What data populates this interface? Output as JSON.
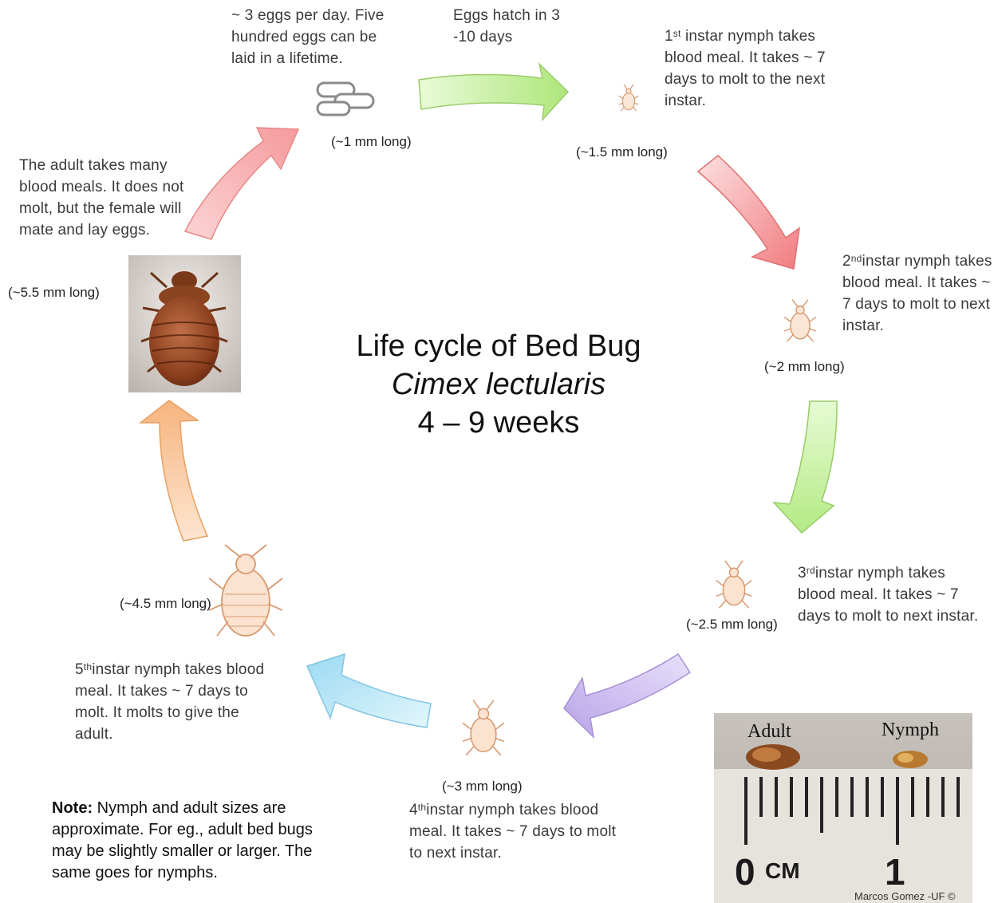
{
  "title": {
    "line1": "Life cycle of Bed Bug",
    "line2": "Cimex lectularis",
    "line3": "4 – 9 weeks"
  },
  "stages": {
    "eggs": {
      "desc": "~ 3 eggs per day. Five hundred eggs can be laid in a lifetime.",
      "size": "(~1 mm long)"
    },
    "hatch": {
      "desc": "Eggs hatch in 3 -10 days"
    },
    "instar1": {
      "ord_num": "1",
      "ord_suffix": "st",
      "desc": " instar nymph takes blood meal. It takes ~ 7 days to molt to the next instar.",
      "size": "(~1.5 mm long)"
    },
    "instar2": {
      "ord_num": "2",
      "ord_suffix": "nd",
      "desc": "instar nymph takes blood meal. It takes ~ 7 days to molt to next instar.",
      "size": "(~2 mm long)"
    },
    "instar3": {
      "ord_num": "3",
      "ord_suffix": "rd",
      "desc": "instar nymph takes blood meal. It takes ~ 7 days to molt to next instar.",
      "size": "(~2.5 mm long)"
    },
    "instar4": {
      "ord_num": "4",
      "ord_suffix": "th",
      "desc": "instar nymph takes blood meal. It takes ~ 7 days to molt to next instar.",
      "size": "(~3 mm long)"
    },
    "instar5": {
      "ord_num": "5",
      "ord_suffix": "th",
      "desc": "instar nymph takes blood meal. It takes ~ 7 days to molt. It molts to give the adult.",
      "size": "(~4.5 mm long)"
    },
    "adult": {
      "desc": "The adult takes many blood meals. It does not molt, but the female will mate and lay eggs.",
      "size": "(~5.5 mm long)"
    }
  },
  "note": {
    "label": "Note:",
    "text": " Nymph and adult sizes are approximate. For eg., adult bed bugs may be slightly smaller or larger. The same goes for nymphs."
  },
  "comparison_photo": {
    "adult_label": "Adult",
    "nymph_label": "Nymph",
    "ruler_zero": "0",
    "ruler_unit": "CM",
    "ruler_one": "1",
    "credit": "Marcos Gomez -UF ©"
  },
  "colors": {
    "arrow_green": "#c8f0a0",
    "arrow_red": "#f28c90",
    "arrow_purple": "#c6b4ec",
    "arrow_blue": "#a8e0f4",
    "arrow_orange": "#f8c090",
    "bug_outline": "#d8a070"
  }
}
